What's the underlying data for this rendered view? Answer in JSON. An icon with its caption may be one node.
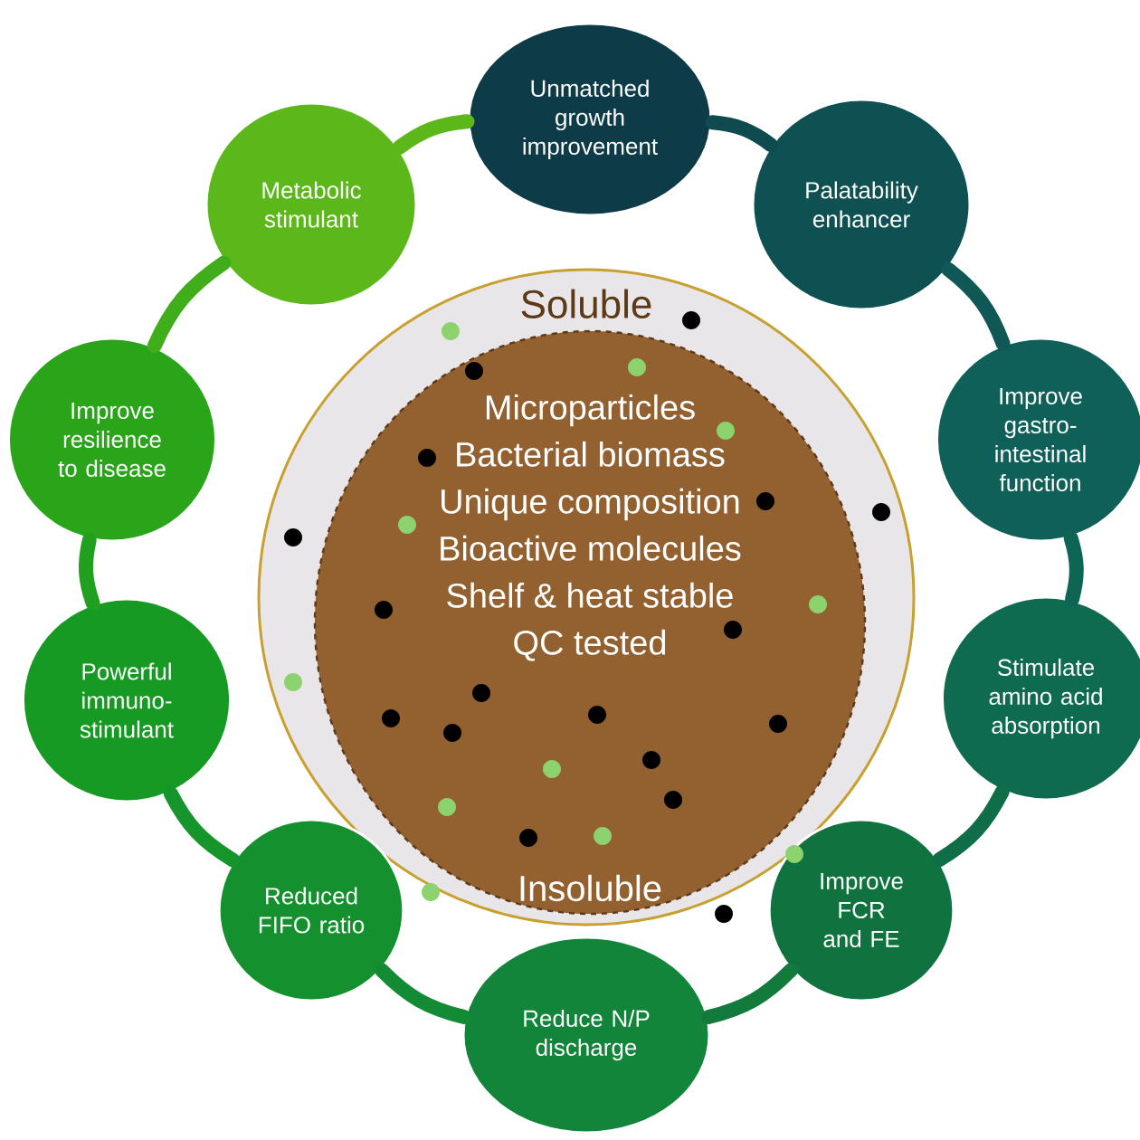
{
  "diagram": {
    "nodes": [
      {
        "text": [
          "Soluble"
        ]
      },
      {
        "text": [
          "Microparticles",
          "Bacterial biomass",
          "Unique composition",
          "Bioactive molecules",
          "Shelf & heat stable",
          "QC tested",
          "Insoluble"
        ],
        "in": 0
      },
      {
        "text": [
          "Unmatched growth improvement"
        ]
      },
      {
        "text": [
          "Palatability enhancer"
        ]
      },
      {
        "text": [
          "Improve gastro-intestinal function"
        ]
      },
      {
        "text": [
          "Stimulate amino acid absorption"
        ]
      },
      {
        "text": [
          "Improve FCR and FE"
        ]
      },
      {
        "text": [
          "Reduce N/P discharge"
        ]
      },
      {
        "text": [
          "Reduced FIFO ratio"
        ]
      },
      {
        "text": [
          "Powerful immuno-stimulant"
        ]
      },
      {
        "text": [
          "Improve resilience to disease"
        ]
      },
      {
        "text": [
          "Metabolic stimulant"
        ]
      }
    ],
    "edges": [
      {
        "from": 2,
        "to": 3,
        "arrow": "none",
        "color": "#0e4a4e"
      },
      {
        "from": 3,
        "to": 4,
        "arrow": "none",
        "color": "#0f5855"
      },
      {
        "from": 4,
        "to": 5,
        "arrow": "none",
        "color": "#0f6553"
      },
      {
        "from": 5,
        "to": 6,
        "arrow": "none",
        "color": "#0f6e48"
      },
      {
        "from": 6,
        "to": 7,
        "arrow": "none",
        "color": "#127b3c"
      },
      {
        "from": 7,
        "to": 8,
        "arrow": "none",
        "color": "#138b34"
      },
      {
        "from": 8,
        "to": 9,
        "arrow": "none",
        "color": "#16952a"
      },
      {
        "from": 9,
        "to": 10,
        "arrow": "none",
        "color": "#20a01e"
      },
      {
        "from": 10,
        "to": 11,
        "arrow": "none",
        "color": "#3fae1a"
      },
      {
        "from": 11,
        "to": 2,
        "arrow": "none",
        "color": "#5cb81a"
      }
    ]
  }
}
